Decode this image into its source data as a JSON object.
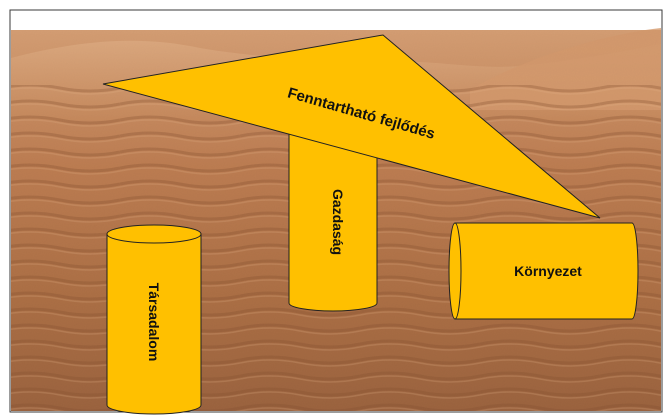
{
  "diagram": {
    "roof_label": "Fenntartható fejlődés",
    "pillar_economy_label": "Gazdaság",
    "pillar_society_label": "Társadalom",
    "pillar_environment_label": "Környezet"
  },
  "colors": {
    "shape_fill": "#FFC000",
    "shape_stroke": "#222222",
    "sky": "#ffffff",
    "sand_light": "#d9a477",
    "sand_mid": "#b8784c",
    "sand_dark": "#7c4a2c"
  }
}
